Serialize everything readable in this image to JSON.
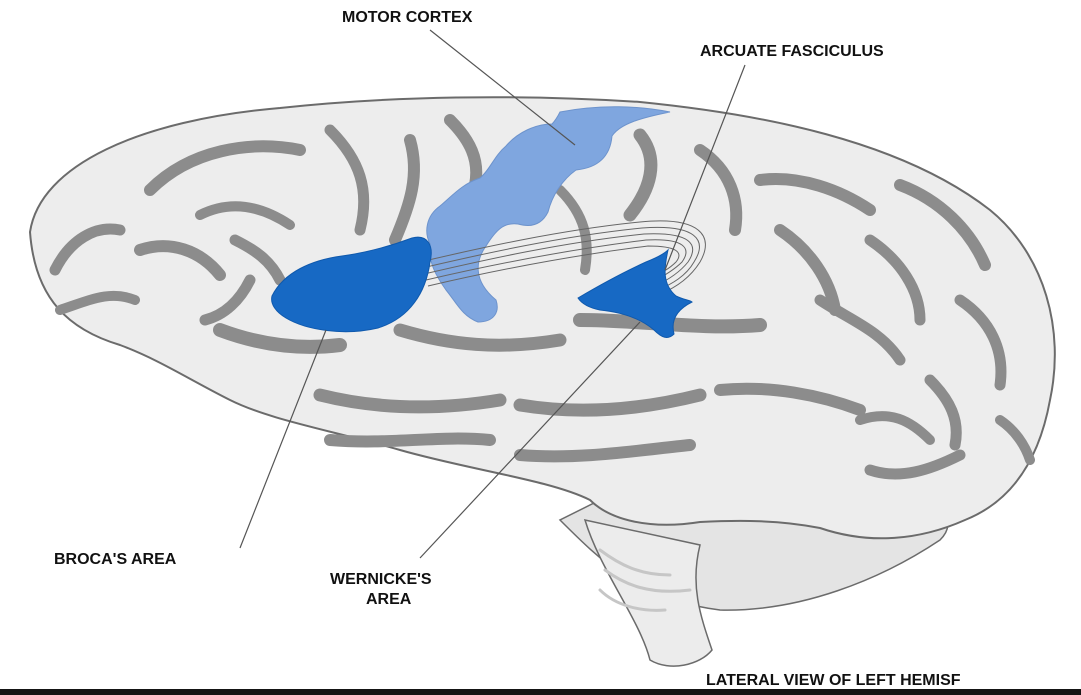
{
  "labels": {
    "motor_cortex": "MOTOR CORTEX",
    "arcuate_fasciculus": "ARCUATE FASCICULUS",
    "brocas_area": "BROCA'S AREA",
    "wernickes_line1": "WERNICKE'S",
    "wernickes_line2": "AREA",
    "view_caption": "LATERAL VIEW OF LEFT HEMISF"
  },
  "colors": {
    "background": "#ffffff",
    "brain_fill": "#ededed",
    "brain_outline": "#6b6b6b",
    "sulci": "#8c8c8c",
    "motor_cortex": "#7fa6df",
    "language_areas": "#1769c4",
    "bottom_bar": "#151515"
  }
}
